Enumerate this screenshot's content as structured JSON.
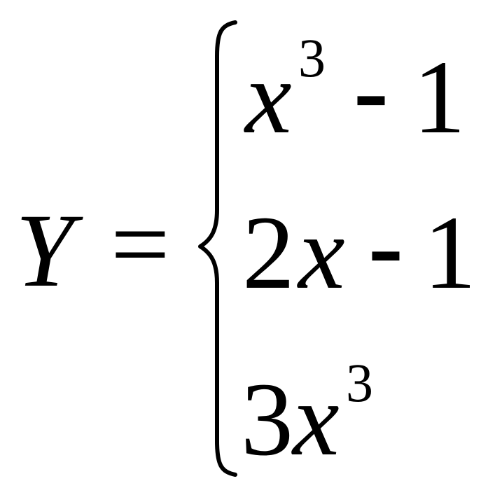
{
  "equation": {
    "lhs": "Y",
    "equals": "=",
    "cases": [
      {
        "base": "x",
        "exponent": "3",
        "operator": "-",
        "constant": "1"
      },
      {
        "coefficient": "2",
        "variable": "x",
        "operator": "-",
        "constant": "1"
      },
      {
        "coefficient": "3",
        "variable": "x",
        "exponent": "3"
      }
    ]
  }
}
